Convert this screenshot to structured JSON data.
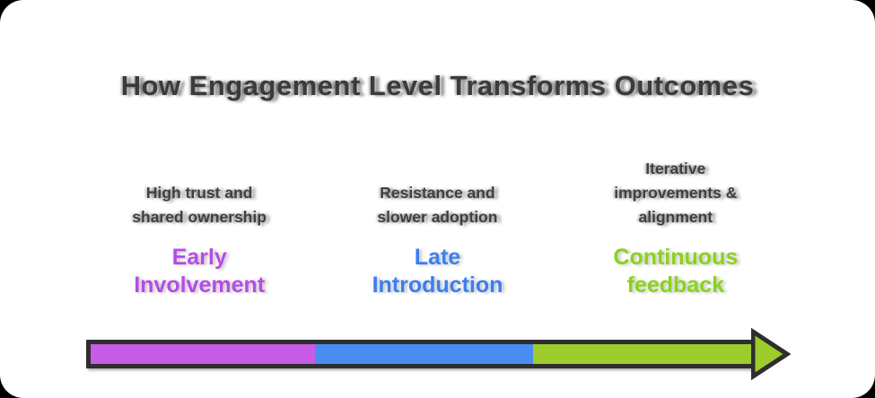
{
  "title": "How Engagement Level Transforms Outcomes",
  "stages": [
    {
      "id": "early-involvement",
      "desc_lines": [
        "High trust and",
        "shared ownership"
      ],
      "label_lines": [
        "Early",
        "Involvement"
      ],
      "label_color": "#b44ce6",
      "bar_color": "#c85ce8"
    },
    {
      "id": "late-introduction",
      "desc_lines": [
        "Resistance and",
        "slower adoption"
      ],
      "label_lines": [
        "Late",
        "Introduction"
      ],
      "label_color": "#3d7ef0",
      "bar_color": "#4a8df2"
    },
    {
      "id": "continuous-feedback",
      "desc_lines": [
        "Iterative",
        "improvements &",
        "alignment"
      ],
      "label_lines": [
        "Continuous",
        "feedback"
      ],
      "label_color": "#8bd319",
      "bar_color": "#9ccd2d"
    }
  ],
  "arrow": {
    "outline_color": "#2e2e2e",
    "head_color": "#9ccd2d",
    "direction": "right"
  }
}
